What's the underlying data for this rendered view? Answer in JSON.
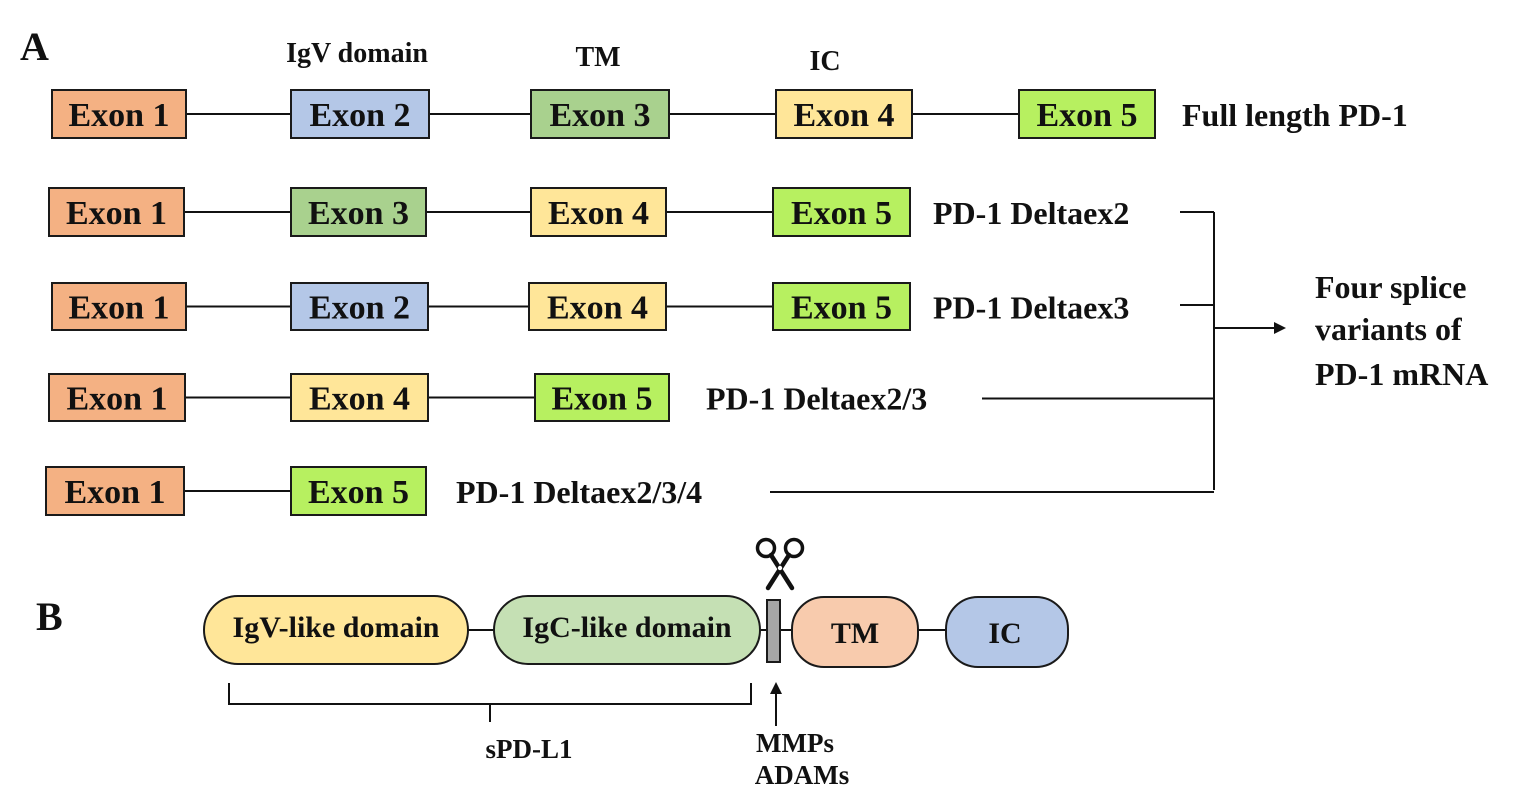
{
  "panel_a": {
    "label": "A",
    "headers": {
      "igv": "IgV domain",
      "tm": "TM",
      "ic": "IC"
    },
    "summary": {
      "line1": "Four splice",
      "line2": "variants of",
      "line3": "PD-1 mRNA"
    },
    "rows": [
      {
        "name": "Full length PD-1",
        "exons": [
          {
            "label": "Exon 1",
            "color": "#f4b183"
          },
          {
            "label": "Exon 2",
            "color": "#b4c7e7"
          },
          {
            "label": "Exon 3",
            "color": "#a9d18e"
          },
          {
            "label": "Exon 4",
            "color": "#ffe699"
          },
          {
            "label": "Exon 5",
            "color": "#b7f060"
          }
        ]
      },
      {
        "name": "PD-1 Deltaex2",
        "exons": [
          {
            "label": "Exon 1",
            "color": "#f4b183"
          },
          {
            "label": "Exon 3",
            "color": "#a9d18e"
          },
          {
            "label": "Exon 4",
            "color": "#ffe699"
          },
          {
            "label": "Exon 5",
            "color": "#b7f060"
          }
        ]
      },
      {
        "name": "PD-1 Deltaex3",
        "exons": [
          {
            "label": "Exon 1",
            "color": "#f4b183"
          },
          {
            "label": "Exon 2",
            "color": "#b4c7e7"
          },
          {
            "label": "Exon 4",
            "color": "#ffe699"
          },
          {
            "label": "Exon 5",
            "color": "#b7f060"
          }
        ]
      },
      {
        "name": "PD-1 Deltaex2/3",
        "exons": [
          {
            "label": "Exon 1",
            "color": "#f4b183"
          },
          {
            "label": "Exon 4",
            "color": "#ffe699"
          },
          {
            "label": "Exon 5",
            "color": "#b7f060"
          }
        ]
      },
      {
        "name": "PD-1 Deltaex2/3/4",
        "exons": [
          {
            "label": "Exon 1",
            "color": "#f4b183"
          },
          {
            "label": "Exon 5",
            "color": "#b7f060"
          }
        ]
      }
    ]
  },
  "panel_b": {
    "label": "B",
    "domains": {
      "igv": {
        "label": "IgV-like domain",
        "color": "#ffe699"
      },
      "igc": {
        "label": "IgC-like domain",
        "color": "#c5e0b4"
      },
      "tm": {
        "label": "TM",
        "color": "#f8cbad"
      },
      "ic": {
        "label": "IC",
        "color": "#b4c7e7"
      },
      "stalk": {
        "color": "#a6a6a6"
      }
    },
    "soluble_label": "sPD-L1",
    "protease_line1": "MMPs",
    "protease_line2": "ADAMs",
    "cleavage_icon": "scissors-icon"
  }
}
